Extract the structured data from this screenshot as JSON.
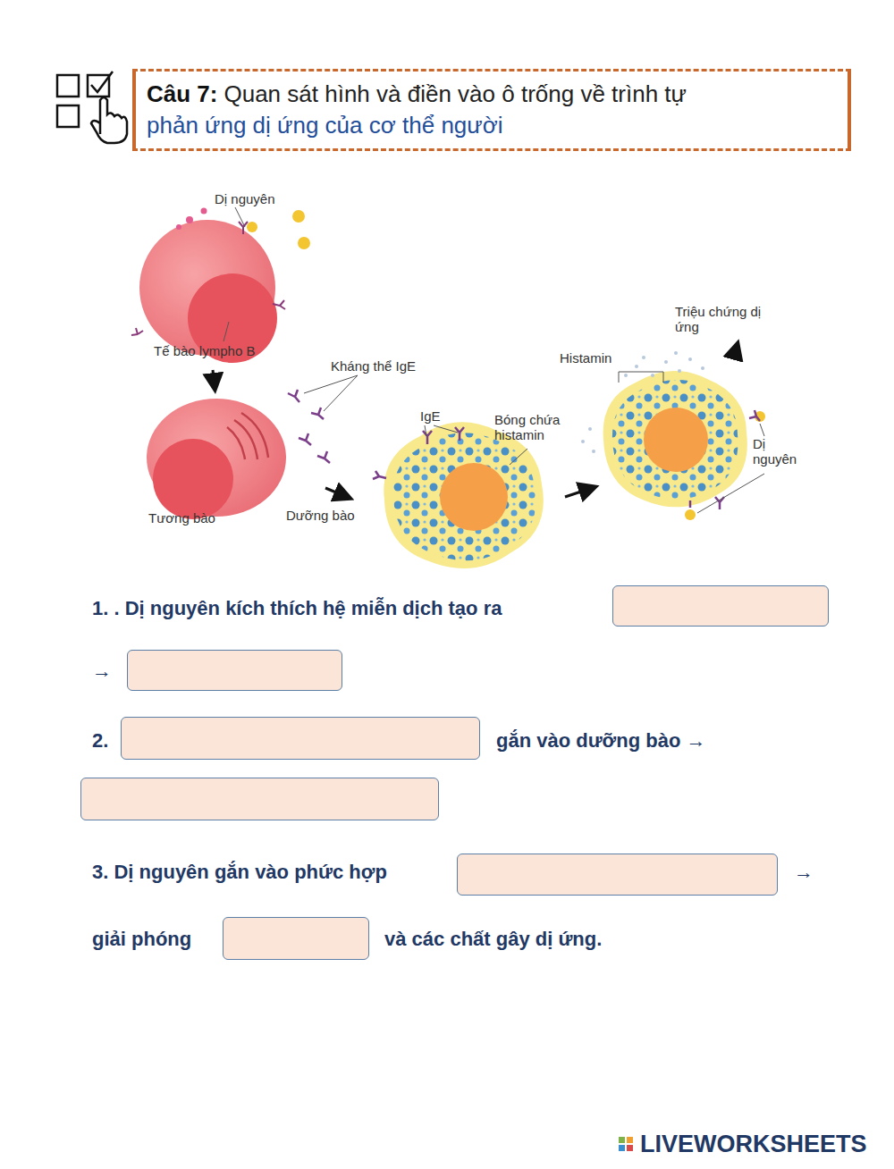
{
  "diagram": {
    "nodes": [
      {
        "text": [
          "Câu 7:",
          "Quan sát hình và điền vào ô trống về trình tự",
          "phản ứng dị ứng của cơ thể người"
        ]
      }
    ],
    "labels": [
      "Dị nguyên",
      "Tế bào lympho B",
      "Kháng thể IgE",
      "Tương bào",
      "Dưỡng bào",
      "IgE",
      "Bóng chứa histamin",
      "Histamin",
      "Triệu chứng dị ứng",
      "Dị nguyên",
      "1. . Dị nguyên kích thích hệ miễn dịch tạo ra",
      "→",
      "2.",
      "gắn vào dưỡng bào →",
      "3. Dị nguyên gắn vào phức hợp",
      "→",
      "giải phóng",
      "và các chất gây dị ứng.",
      "LIVEWORKSHEETS"
    ]
  }
}
